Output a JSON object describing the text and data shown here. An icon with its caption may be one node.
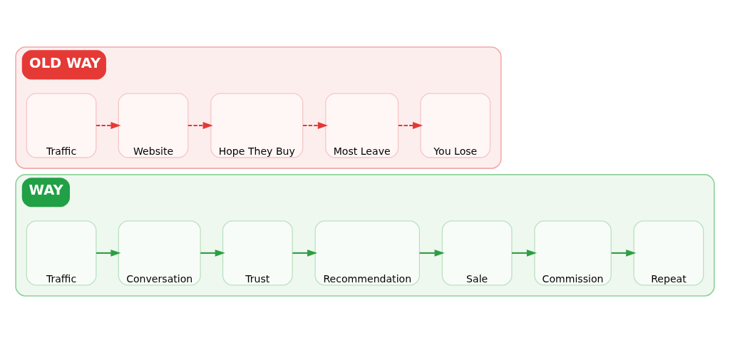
{
  "diagram": {
    "nodes": [
      {
        "text": [
          "OLD WAY"
        ]
      },
      {
        "text": [
          "Traffic"
        ],
        "in": 0
      },
      {
        "text": [
          "Website"
        ],
        "in": 0
      },
      {
        "text": [
          "Hope They Buy"
        ],
        "in": 0
      },
      {
        "text": [
          "Most Leave"
        ],
        "in": 0
      },
      {
        "text": [
          "You Lose"
        ],
        "in": 0
      },
      {
        "text": [
          "WAY"
        ]
      },
      {
        "text": [
          "Traffic"
        ],
        "in": 6
      },
      {
        "text": [
          "Conversation"
        ],
        "in": 6
      },
      {
        "text": [
          "Trust"
        ],
        "in": 6
      },
      {
        "text": [
          "Recommendation"
        ],
        "in": 6
      },
      {
        "text": [
          "Sale"
        ],
        "in": 6
      },
      {
        "text": [
          "Commission"
        ],
        "in": 6
      },
      {
        "text": [
          "Repeat"
        ],
        "in": 6
      }
    ],
    "edges": [
      {
        "from": 1,
        "to": 2,
        "arrow": "to",
        "style": "dashed",
        "color": "#e53935"
      },
      {
        "from": 2,
        "to": 3,
        "arrow": "to",
        "style": "dashed",
        "color": "#e53935"
      },
      {
        "from": 3,
        "to": 4,
        "arrow": "to",
        "style": "dashed",
        "color": "#e53935"
      },
      {
        "from": 4,
        "to": 5,
        "arrow": "to",
        "style": "dashed",
        "color": "#e53935"
      },
      {
        "from": 7,
        "to": 8,
        "arrow": "to"
      },
      {
        "from": 8,
        "to": 9,
        "arrow": "to"
      },
      {
        "from": 9,
        "to": 10,
        "arrow": "to"
      },
      {
        "from": 10,
        "to": 11,
        "arrow": "to"
      },
      {
        "from": 11,
        "to": 12,
        "arrow": "to"
      },
      {
        "from": 12,
        "to": 13,
        "arrow": "to"
      }
    ]
  }
}
